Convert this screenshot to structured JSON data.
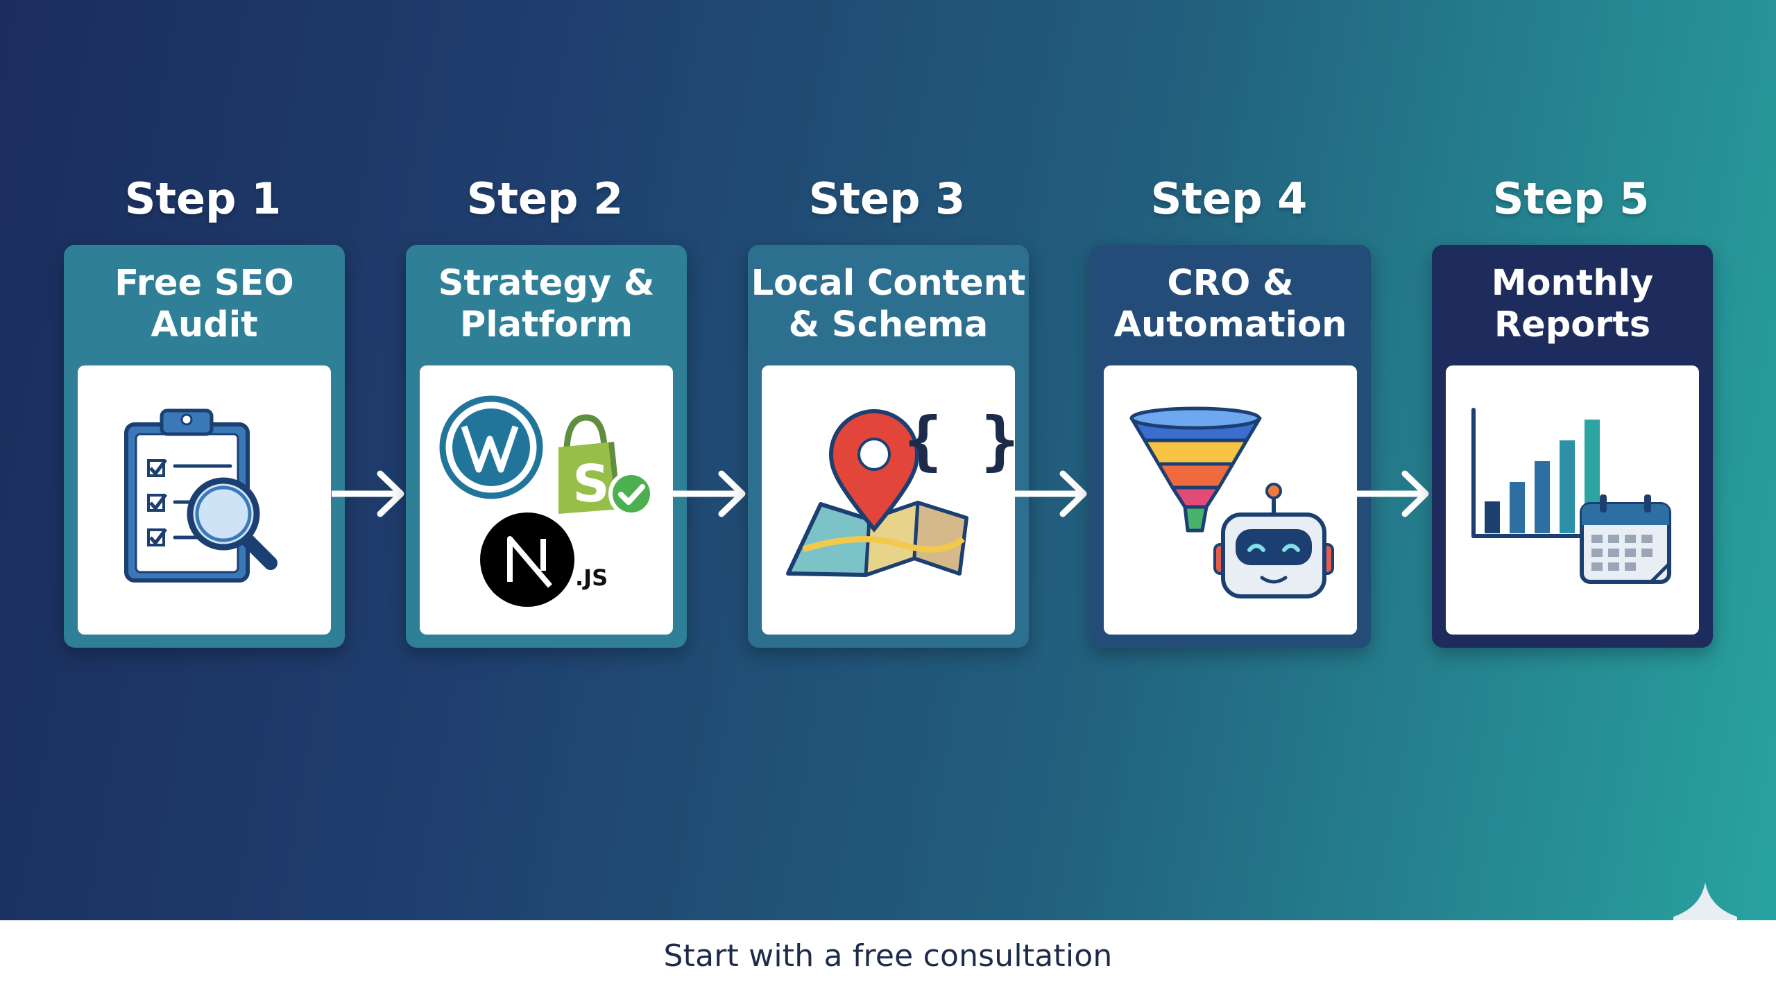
{
  "steps": [
    {
      "heading": "Step 1",
      "title": "Free SEO\nAudit",
      "icon": "clipboard-magnifier-icon"
    },
    {
      "heading": "Step 2",
      "title": "Strategy &\nPlatform",
      "icon": "platform-logos-icon",
      "logo_text": ".JS"
    },
    {
      "heading": "Step 3",
      "title": "Local Content\n& Schema",
      "icon": "map-pin-code-icon",
      "code_text": "{ }"
    },
    {
      "heading": "Step 4",
      "title": "CRO &\nAutomation",
      "icon": "funnel-robot-icon"
    },
    {
      "heading": "Step 5",
      "title": "Monthly\nReports",
      "icon": "bar-chart-calendar-icon"
    }
  ],
  "footer": {
    "text": "Start with a free consultation"
  },
  "colors": {
    "card_teal": "#2f7f97",
    "card_navy": "#1d2c5c",
    "text_dark": "#1c2b4a"
  }
}
